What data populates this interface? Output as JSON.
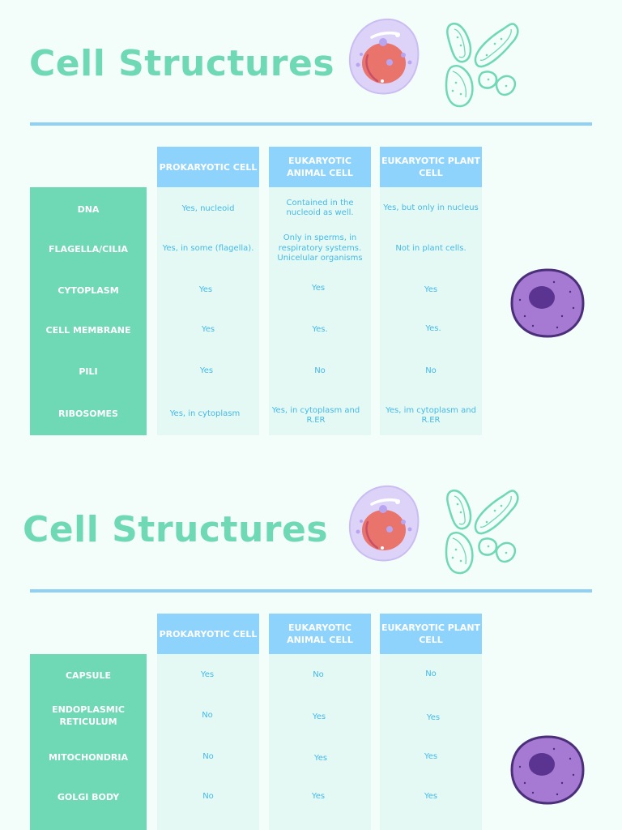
{
  "sections": [
    {
      "title": "Cell Structures",
      "columns": [
        "PROKARYOTIC CELL",
        "EUKARYOTIC ANIMAL CELL",
        "EUKARYOTIC PLANT CELL"
      ],
      "rows": [
        {
          "label": "DNA",
          "values": [
            "Yes, nucleoid",
            "Contained in the nucleoid as well.",
            "Yes, but only in nucleus"
          ]
        },
        {
          "label": "FLAGELLA/CILIA",
          "values": [
            "Yes, in some (flagella).",
            "Only in sperms, in respiratory systems. Unicelular organisms",
            "Not in plant cells."
          ]
        },
        {
          "label": "CYTOPLASM",
          "values": [
            "Yes",
            "Yes",
            "Yes"
          ]
        },
        {
          "label": "CELL MEMBRANE",
          "values": [
            "Yes",
            "Yes.",
            "Yes."
          ]
        },
        {
          "label": "PILI",
          "values": [
            "Yes",
            "No",
            "No"
          ]
        },
        {
          "label": "RIBOSOMES",
          "values": [
            "Yes,  in cytoplasm",
            "Yes, in cytoplasm and R.ER",
            "Yes, im cytoplasm and R.ER"
          ]
        }
      ]
    },
    {
      "title": "Cell Structures",
      "columns": [
        "PROKARYOTIC CELL",
        "EUKARYOTIC ANIMAL CELL",
        "EUKARYOTIC PLANT CELL"
      ],
      "rows": [
        {
          "label": "CAPSULE",
          "values": [
            "Yes",
            "No",
            "No"
          ]
        },
        {
          "label": "ENDOPLASMIC RETICULUM",
          "values": [
            "No",
            "Yes",
            "Yes"
          ]
        },
        {
          "label": "MITOCHONDRIA",
          "values": [
            "No",
            "Yes",
            "Yes"
          ]
        },
        {
          "label": "GOLGI BODY",
          "values": [
            "No",
            "Yes",
            "Yes"
          ]
        }
      ]
    }
  ],
  "colors": {
    "title": "#6fd8b4",
    "rule": "#8fd0f4",
    "column_header": "#8dd3fb",
    "row_header": "#6fd8b4",
    "cell_background": "#e4f9f4",
    "cell_text": "#45b9e8",
    "background": "#f3fdf9"
  },
  "icons": [
    "white-blood-cell-icon",
    "bacteria-cluster-icon",
    "purple-cell-icon"
  ]
}
